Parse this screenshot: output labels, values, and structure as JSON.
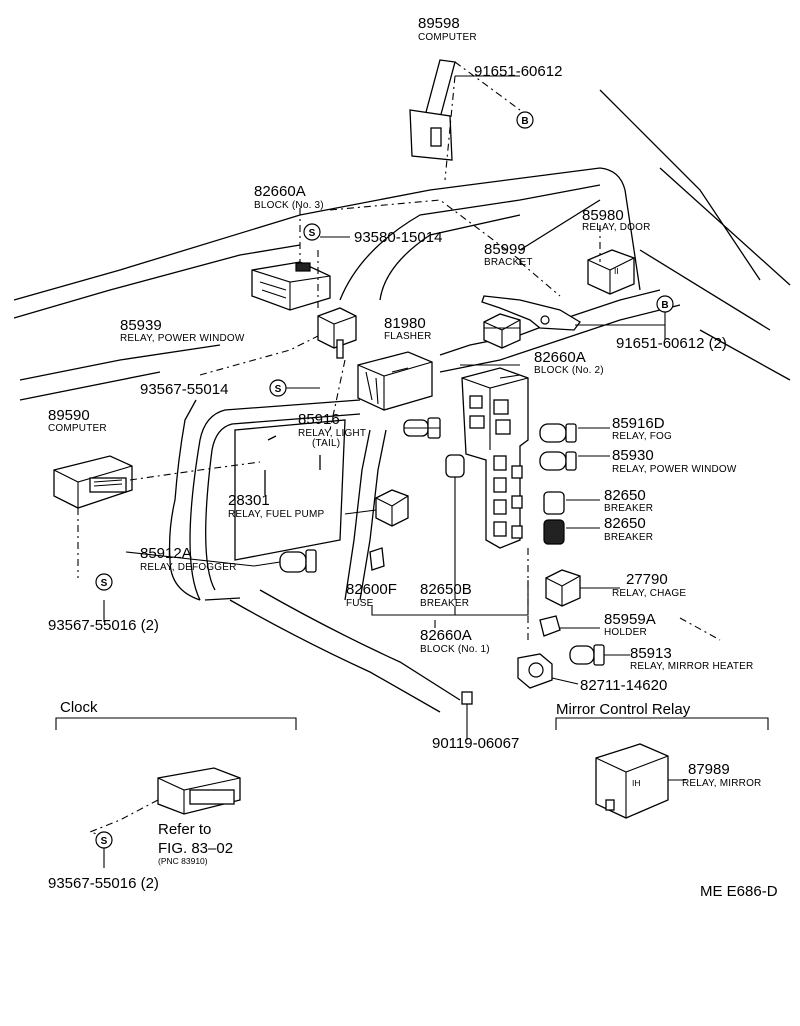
{
  "labels": [
    {
      "id": "89598",
      "number": "89598",
      "desc": "COMPUTER"
    },
    {
      "id": "91651-60612-top",
      "number": "91651-60612",
      "desc": ""
    },
    {
      "id": "82660A-3",
      "number": "82660A",
      "desc": "BLOCK (No. 3)"
    },
    {
      "id": "93580-15014",
      "number": "93580-15014",
      "desc": ""
    },
    {
      "id": "85980",
      "number": "85980",
      "desc": "RELAY, DOOR"
    },
    {
      "id": "85999",
      "number": "85999",
      "desc": "BRACKET"
    },
    {
      "id": "85939",
      "number": "85939",
      "desc": "RELAY, POWER WINDOW"
    },
    {
      "id": "81980",
      "number": "81980",
      "desc": "FLASHER"
    },
    {
      "id": "91651-60612-2",
      "number": "91651-60612 (2)",
      "desc": ""
    },
    {
      "id": "82660A-2",
      "number": "82660A",
      "desc": "BLOCK (No. 2)"
    },
    {
      "id": "93567-55014",
      "number": "93567-55014",
      "desc": ""
    },
    {
      "id": "89590",
      "number": "89590",
      "desc": "COMPUTER"
    },
    {
      "id": "85916",
      "number": "85916",
      "desc": "RELAY, LIGHT",
      "desc2": "(TAIL)"
    },
    {
      "id": "85916D",
      "number": "85916D",
      "desc": "RELAY, FOG"
    },
    {
      "id": "85930",
      "number": "85930",
      "desc": "RELAY, POWER WINDOW"
    },
    {
      "id": "28301",
      "number": "28301",
      "desc": "RELAY, FUEL PUMP"
    },
    {
      "id": "82650-a",
      "number": "82650",
      "desc": "BREAKER"
    },
    {
      "id": "82650-b",
      "number": "82650",
      "desc": "BREAKER"
    },
    {
      "id": "85912A",
      "number": "85912A",
      "desc": "RELAY, DEFOGGER"
    },
    {
      "id": "82600F",
      "number": "82600F",
      "desc": "FUSE"
    },
    {
      "id": "82650B",
      "number": "82650B",
      "desc": "BREAKER"
    },
    {
      "id": "27790",
      "number": "27790",
      "desc": "RELAY, CHAGE"
    },
    {
      "id": "93567-55016-a",
      "number": "93567-55016 (2)",
      "desc": ""
    },
    {
      "id": "82660A-1",
      "number": "82660A",
      "desc": "BLOCK (No. 1)"
    },
    {
      "id": "85959A",
      "number": "85959A",
      "desc": "HOLDER"
    },
    {
      "id": "85913",
      "number": "85913",
      "desc": "RELAY, MIRROR HEATER"
    },
    {
      "id": "82711-14620",
      "number": "82711-14620",
      "desc": ""
    },
    {
      "id": "90119-06067",
      "number": "90119-06067",
      "desc": ""
    },
    {
      "id": "87989",
      "number": "87989",
      "desc": "RELAY, MIRROR"
    },
    {
      "id": "93567-55016-b",
      "number": "93567-55016 (2)",
      "desc": ""
    }
  ],
  "sections": {
    "clock": "Clock",
    "mirror_control": "Mirror Control Relay"
  },
  "refer": {
    "line1": "Refer to",
    "line2": "FIG. 83–02",
    "line3": "(PNC 83910)"
  },
  "markers": {
    "b": "B",
    "s": "S"
  },
  "diagram_code": "ME E686-D"
}
